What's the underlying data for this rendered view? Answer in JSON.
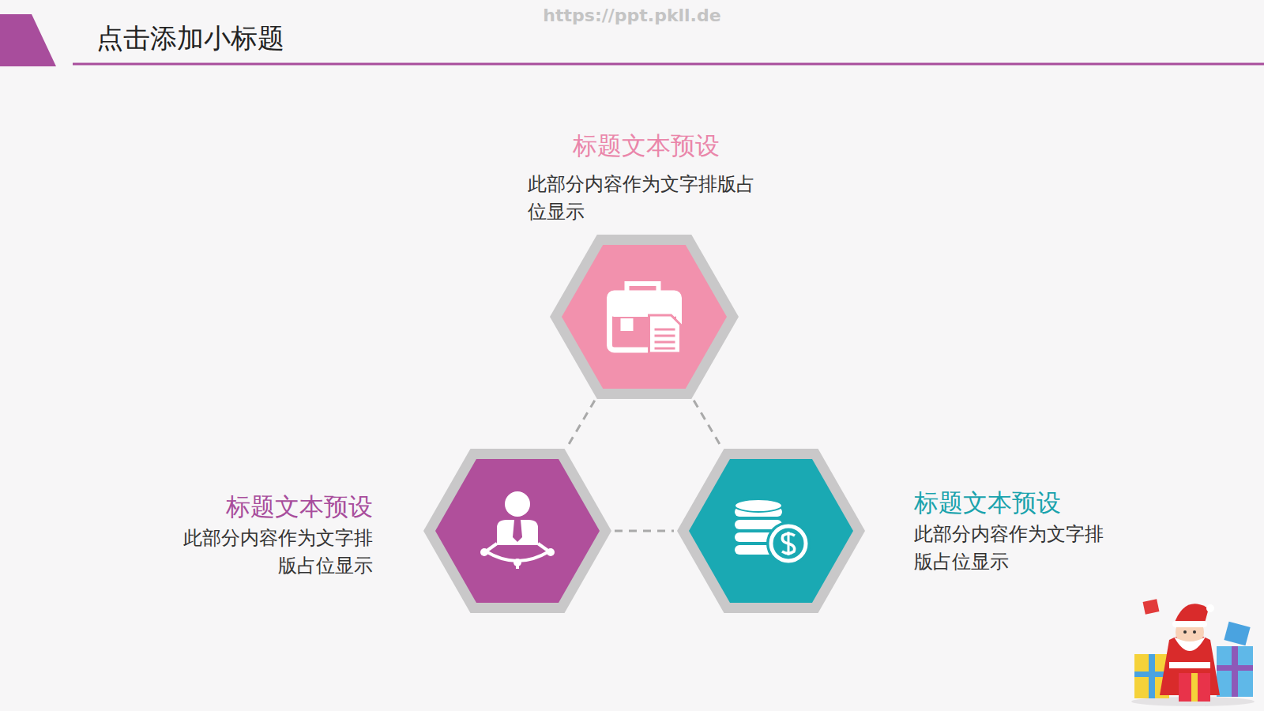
{
  "diagram": {
    "title": "点击添加小标题",
    "nodes": [
      {
        "text": [
          "标题文本预设",
          "此部分内容作为文字排版占位显示"
        ]
      },
      {
        "text": [
          "标题文本预设",
          "此部分内容作为文字排版占位显示"
        ]
      },
      {
        "text": [
          "标题文本预设",
          "此部分内容作为文字排版占位显示"
        ]
      }
    ],
    "edges": [
      {
        "from": 0,
        "to": 1,
        "arrow": "none"
      },
      {
        "from": 0,
        "to": 2,
        "arrow": "none"
      },
      {
        "from": 1,
        "to": 2,
        "arrow": "none"
      }
    ],
    "labels": [
      "https://ppt.pkll.de"
    ]
  }
}
